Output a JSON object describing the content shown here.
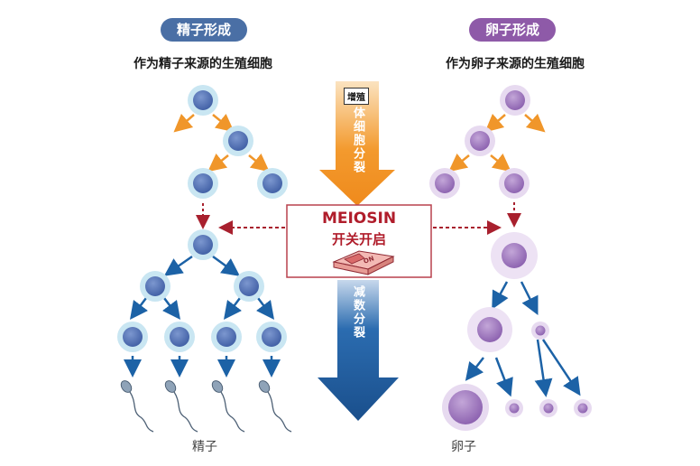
{
  "left": {
    "title": "精子形成",
    "subtitle": "作为精子来源的生殖细胞",
    "caption": "精子"
  },
  "right": {
    "title": "卵子形成",
    "subtitle": "作为卵子来源的生殖细胞",
    "caption": "卵子"
  },
  "center": {
    "tag": "增殖",
    "mitosis": "体细胞分裂",
    "meiosis": "减数分裂",
    "switch_name": "MEIOSIN",
    "switch_desc": "开关开启",
    "switch_state": "ON"
  },
  "colors": {
    "sperm_title": "#4a6fa5",
    "egg_title": "#8e5aa8",
    "sperm_cell": "#5676b8",
    "sperm_ring": "#c9e6f2",
    "egg_cell": "#a47cc2",
    "egg_ring": "#e7daf0",
    "orange": "#f0962a",
    "blue": "#1c62a6",
    "red": "#a8202e"
  }
}
